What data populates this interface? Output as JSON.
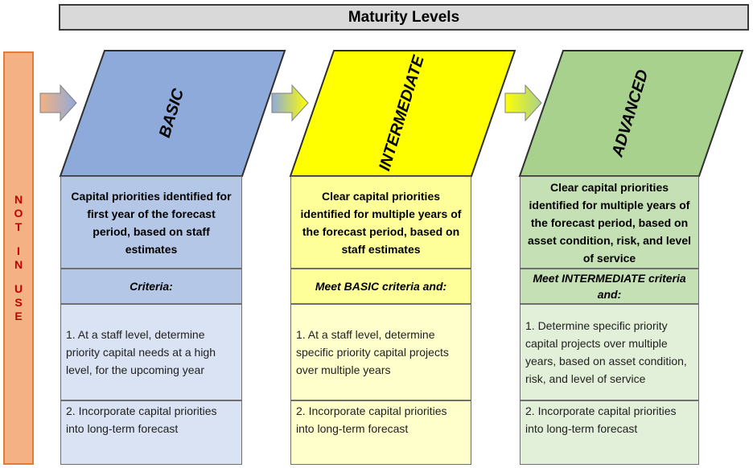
{
  "header": {
    "title": "Maturity Levels"
  },
  "not_in_use": {
    "letters": [
      "N",
      "O",
      "T",
      "",
      "I",
      "N",
      "",
      "U",
      "S",
      "E"
    ]
  },
  "columns": [
    {
      "level": "BASIC",
      "description": "Capital priorities identified for first year of the forecast period, based on staff estimates",
      "criteria": "Criteria:",
      "steps": [
        "1. At a staff level, determine priority capital needs at a high level, for the upcoming year",
        "2. Incorporate capital priorities into long-term forecast"
      ]
    },
    {
      "level": "INTERMEDIATE",
      "description": "Clear capital priorities identified for multiple years of the forecast period, based on staff estimates",
      "criteria": "Meet BASIC criteria and:",
      "steps": [
        "1. At a staff level, determine specific priority capital projects over multiple years",
        "2. Incorporate capital priorities into long-term forecast"
      ]
    },
    {
      "level": "ADVANCED",
      "description": "Clear capital priorities identified for multiple years of the forecast period, based on asset condition, risk, and level of service",
      "criteria": "Meet INTERMEDIATE criteria and:",
      "steps": [
        "1. Determine specific priority capital projects over multiple years, based on asset condition, risk, and level of service",
        "2. Incorporate capital priorities into long-term forecast"
      ]
    }
  ],
  "colors": {
    "basic": "#8eaadb",
    "basic_desc": "#b4c7e7",
    "basic_light": "#dae3f3",
    "intermediate": "#ffff00",
    "intermediate_desc": "#ffff99",
    "intermediate_light": "#ffffcc",
    "advanced": "#a9d18e",
    "advanced_desc": "#c5e0b4",
    "advanced_light": "#e2f0d9",
    "not_in_use": "#f4b183",
    "not_in_use_text": "#c00000"
  }
}
